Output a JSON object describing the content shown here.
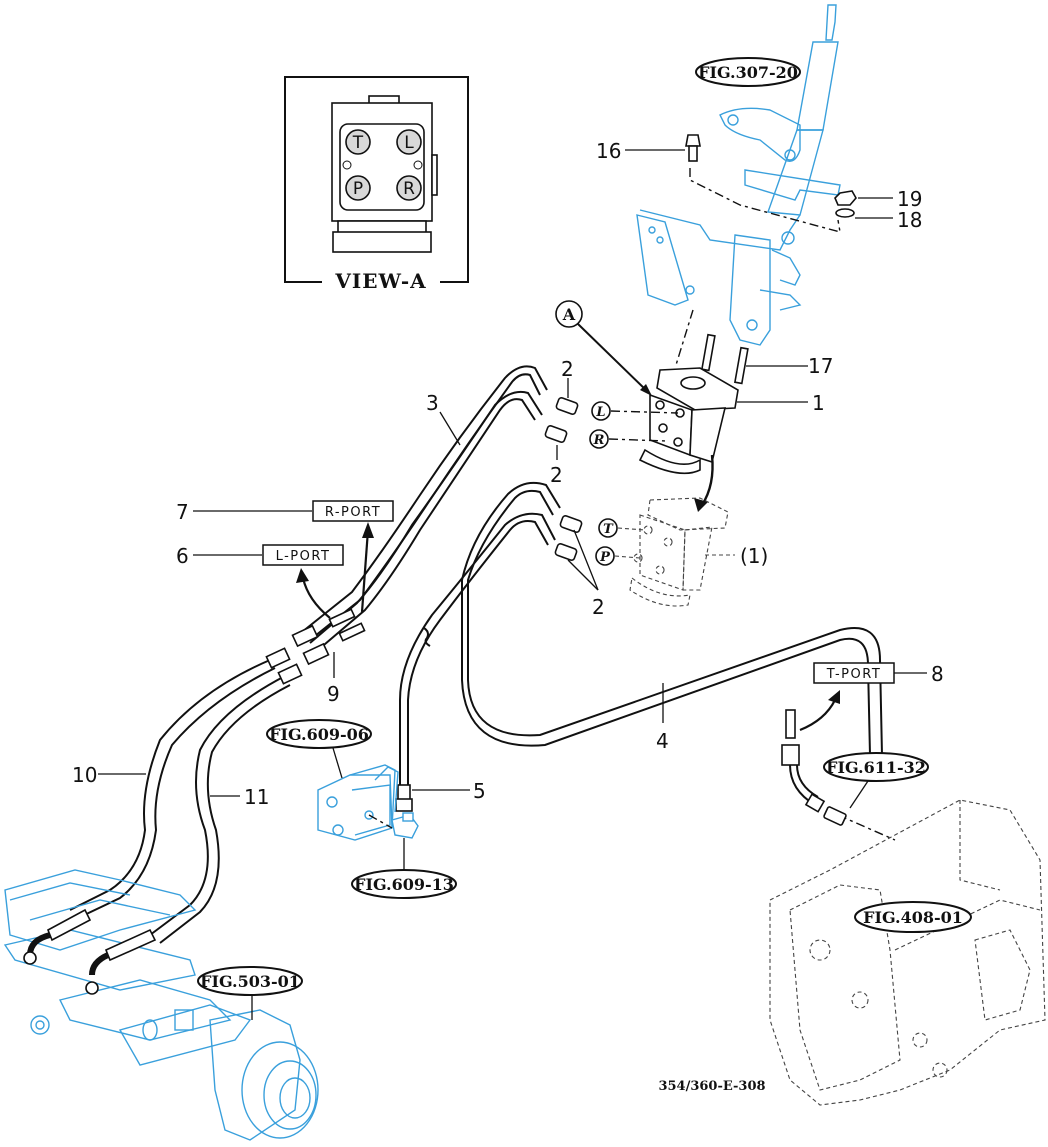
{
  "diagram": {
    "type": "exploded parts diagram - power steering hydraulic lines",
    "reference_code": "354/360-E-308",
    "view_a": {
      "title": "VIEW-A",
      "ports": [
        "T",
        "L",
        "P",
        "R"
      ]
    },
    "view_marker": "A",
    "figure_refs": {
      "fig_307_20": "FIG.307-20",
      "fig_609_06": "FIG.609-06",
      "fig_609_13": "FIG.609-13",
      "fig_611_32": "FIG.611-32",
      "fig_503_01": "FIG.503-01",
      "fig_408_01": "FIG.408-01"
    },
    "port_labels": {
      "r_port": "R-PORT",
      "l_port": "L-PORT",
      "t_port": "T-PORT"
    },
    "port_circles": {
      "l": "L",
      "r": "R",
      "t": "T",
      "p": "P"
    },
    "callouts": {
      "c1": "1",
      "c1_alt": "(1)",
      "c2_top": "2",
      "c2_mid": "2",
      "c2_bot": "2",
      "c3": "3",
      "c4": "4",
      "c5": "5",
      "c6": "6",
      "c7": "7",
      "c8": "8",
      "c9": "9",
      "c10": "10",
      "c11": "11",
      "c16": "16",
      "c17": "17",
      "c18": "18",
      "c19": "19"
    },
    "colors": {
      "reference_parts": "#3aa0dc",
      "main_parts": "#111111",
      "background": "#ffffff"
    }
  }
}
